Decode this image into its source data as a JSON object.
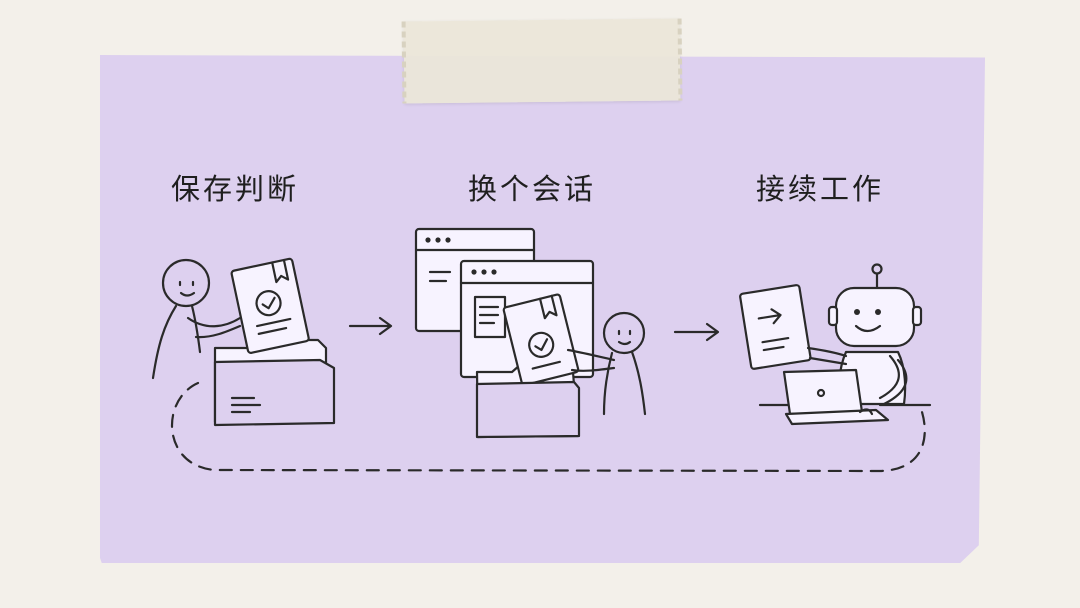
{
  "stages": [
    {
      "label": "保存判断",
      "icon": "stick-figure-saving-document-to-folder"
    },
    {
      "label": "换个会话",
      "icon": "browser-windows-handoff-icon"
    },
    {
      "label": "接续工作",
      "icon": "robot-at-laptop-icon"
    }
  ],
  "connectors": [
    "arrow-right-icon",
    "arrow-right-icon",
    "dashed-loop-connector"
  ],
  "colors": {
    "note": "#ddd0ef",
    "background": "#f3f0ea",
    "ink": "#2a2a2a",
    "tape": "#ebe6d8"
  }
}
